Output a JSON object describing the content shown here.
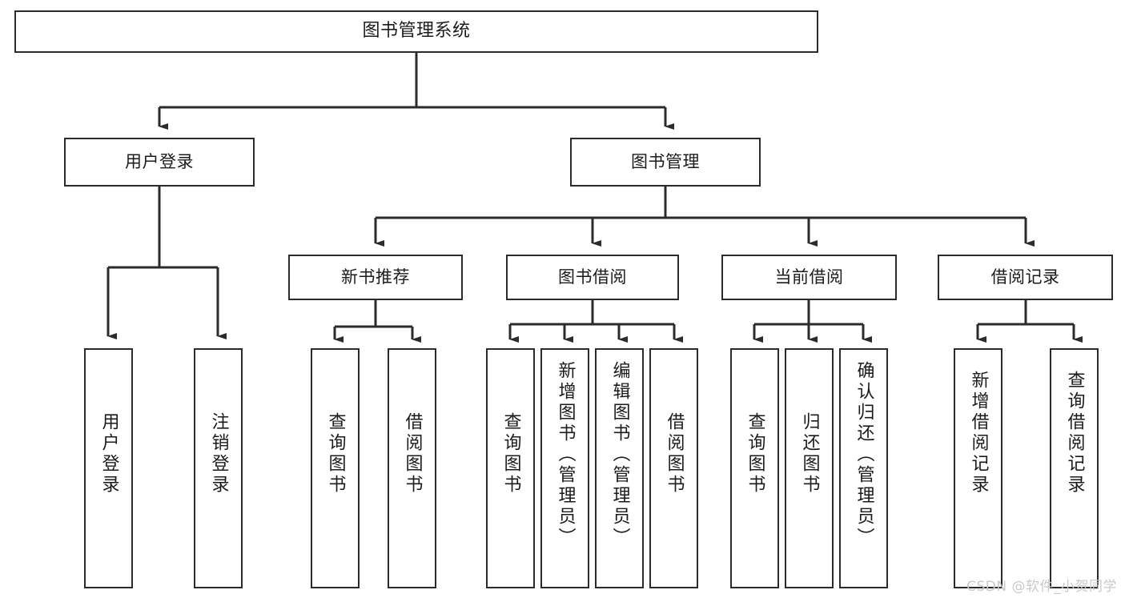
{
  "diagram": {
    "title": "图书管理系统",
    "type": "tree-hierarchy-diagram",
    "watermark": "CSDN @软件_小贺同学",
    "colors": {
      "box_border": "#2b2b2b",
      "box_fill": "#ffffff",
      "connector": "#2b2b2b",
      "text": "#1b1b1b",
      "watermark": "#c9c9c9",
      "background": "#ffffff"
    },
    "levels": {
      "root": {
        "label": "图书管理系统"
      },
      "level1": [
        {
          "label": "用户登录"
        },
        {
          "label": "图书管理"
        }
      ],
      "level2": [
        {
          "label": "新书推荐"
        },
        {
          "label": "图书借阅"
        },
        {
          "label": "当前借阅"
        },
        {
          "label": "借阅记录"
        }
      ],
      "leaves": {
        "user_login": [
          {
            "label": "用户登录"
          },
          {
            "label": "注销登录"
          }
        ],
        "new_book_recommend": [
          {
            "label": "查询图书"
          },
          {
            "label": "借阅图书"
          }
        ],
        "book_borrow": [
          {
            "label": "查询图书"
          },
          {
            "label": "新增图书（管理员）"
          },
          {
            "label": "编辑图书（管理员）"
          },
          {
            "label": "借阅图书"
          }
        ],
        "current_borrow": [
          {
            "label": "查询图书"
          },
          {
            "label": "归还图书"
          },
          {
            "label": "确认归还（管理员）"
          }
        ],
        "borrow_record": [
          {
            "label": "新增借阅记录"
          },
          {
            "label": "查询借阅记录"
          }
        ]
      }
    }
  }
}
